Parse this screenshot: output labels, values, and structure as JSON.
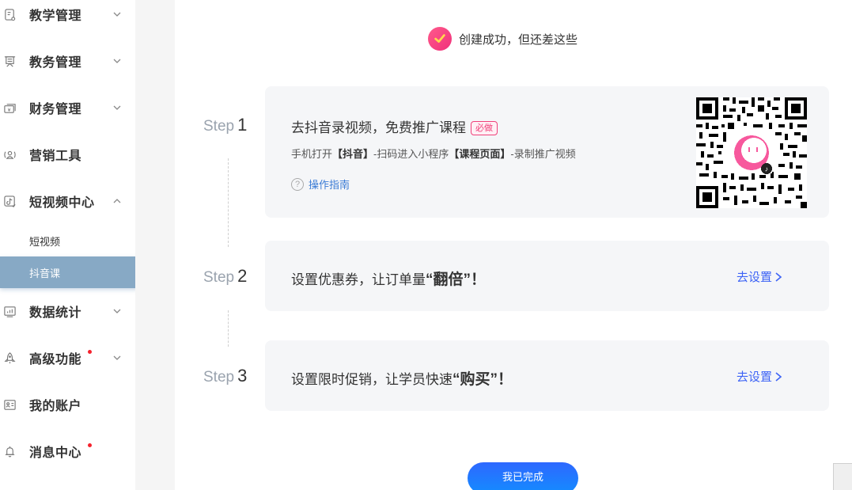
{
  "sidebar": {
    "items": [
      {
        "label": "教学管理",
        "icon": "document-icon",
        "expanded": false,
        "dot": false
      },
      {
        "label": "教务管理",
        "icon": "presentation-icon",
        "expanded": false,
        "dot": false
      },
      {
        "label": "财务管理",
        "icon": "money-icon",
        "expanded": false,
        "dot": false
      },
      {
        "label": "营销工具",
        "icon": "broadcast-user-icon",
        "expanded": null,
        "dot": false
      },
      {
        "label": "短视频中心",
        "icon": "video-icon",
        "expanded": true,
        "dot": false
      },
      {
        "label": "数据统计",
        "icon": "chart-icon",
        "expanded": false,
        "dot": false
      },
      {
        "label": "高级功能",
        "icon": "rocket-icon",
        "expanded": false,
        "dot": true
      },
      {
        "label": "我的账户",
        "icon": "id-card-icon",
        "expanded": null,
        "dot": false
      },
      {
        "label": "消息中心",
        "icon": "bell-icon",
        "expanded": null,
        "dot": true
      }
    ],
    "sub_items": [
      {
        "label": "短视频",
        "active": false
      },
      {
        "label": "抖音课",
        "active": true
      }
    ]
  },
  "main": {
    "success_text": "创建成功，但还差这些",
    "step_word": "Step",
    "steps": [
      {
        "number": "1",
        "title": "去抖音录视频，免费推广课程",
        "badge": "必做",
        "desc_parts": [
          "手机打开",
          "【抖音】",
          "-扫码进入小程序",
          "【课程页面】",
          "-录制推广视频"
        ],
        "guide_label": "操作指南",
        "guide_icon": "?"
      },
      {
        "number": "2",
        "title_prefix": "设置优惠券，让订单量",
        "title_bold": "“翻倍”！",
        "action": "去设置"
      },
      {
        "number": "3",
        "title_prefix": "设置限时促销，让学员快速",
        "title_bold": "“购买”！",
        "action": "去设置"
      }
    ],
    "done_button": "我已完成"
  },
  "colors": {
    "accent_blue": "#3d63f5",
    "active_nav": "#87a9c5",
    "badge_pink": "#f0407a",
    "card_bg": "#f5f6f8"
  }
}
